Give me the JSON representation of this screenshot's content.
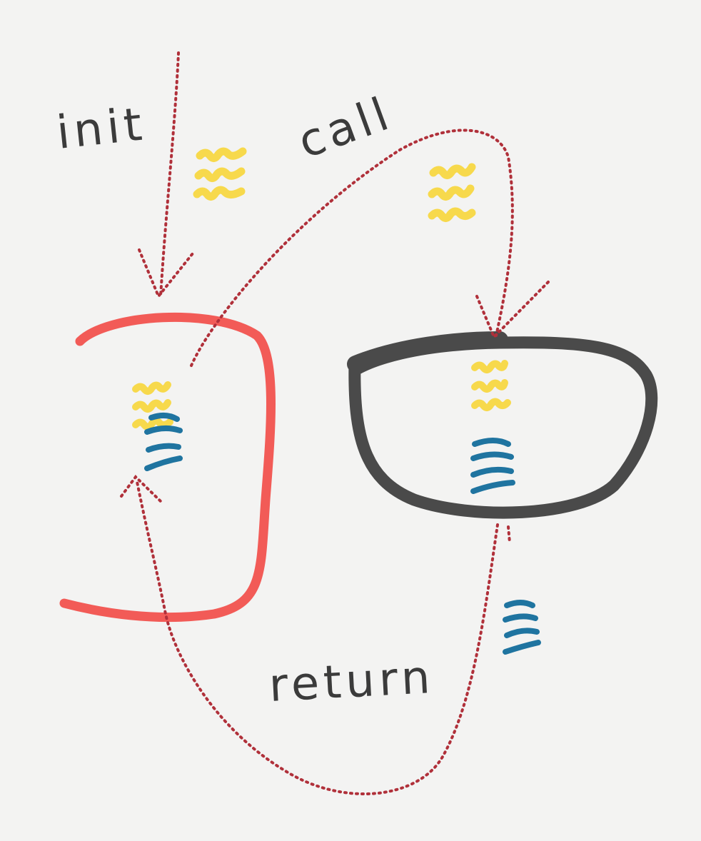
{
  "labels": {
    "init": "init",
    "call": "call",
    "return": "return"
  },
  "colors": {
    "background": "#f3f3f2",
    "caller_box": "#f25b57",
    "callee_box": "#4a4a4a",
    "arrow": "#b0303a",
    "data_yellow": "#f7d94c",
    "data_blue": "#1f74a0",
    "ink": "#3b3b3b"
  }
}
